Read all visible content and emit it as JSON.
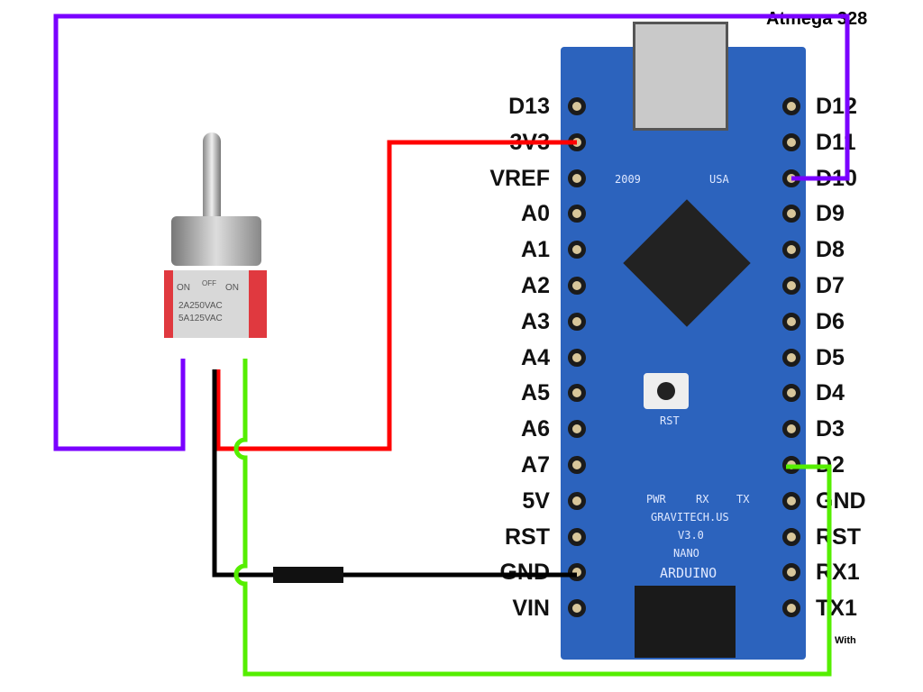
{
  "header": {
    "chip_title": "Atmega 328"
  },
  "left_pins": [
    "D13",
    "3V3",
    "VREF",
    "A0",
    "A1",
    "A2",
    "A3",
    "A4",
    "A5",
    "A6",
    "A7",
    "5V",
    "RST",
    "GND",
    "VIN"
  ],
  "right_pins": [
    "D12",
    "D11",
    "D10",
    "D9",
    "D8",
    "D7",
    "D6",
    "D5",
    "D4",
    "D3",
    "D2",
    "GND",
    "RST",
    "RX1",
    "TX1"
  ],
  "board": {
    "year": "2009",
    "country": "USA",
    "reset_label": "RST",
    "leds": [
      "PWR",
      "RX",
      "TX"
    ],
    "name": "ARDUINO",
    "model": "NANO",
    "version": "V3.0",
    "maker": "GRAVITECH.US",
    "with_note": "With"
  },
  "switch": {
    "pos_left": "ON",
    "pos_mid": "OFF",
    "pos_right": "ON",
    "rating1": "2A250VAC",
    "rating2": "5A125VAC"
  },
  "wires": {
    "purple": "#7a00ff",
    "red": "#ff0000",
    "black": "#000000",
    "green": "#55ee00"
  }
}
